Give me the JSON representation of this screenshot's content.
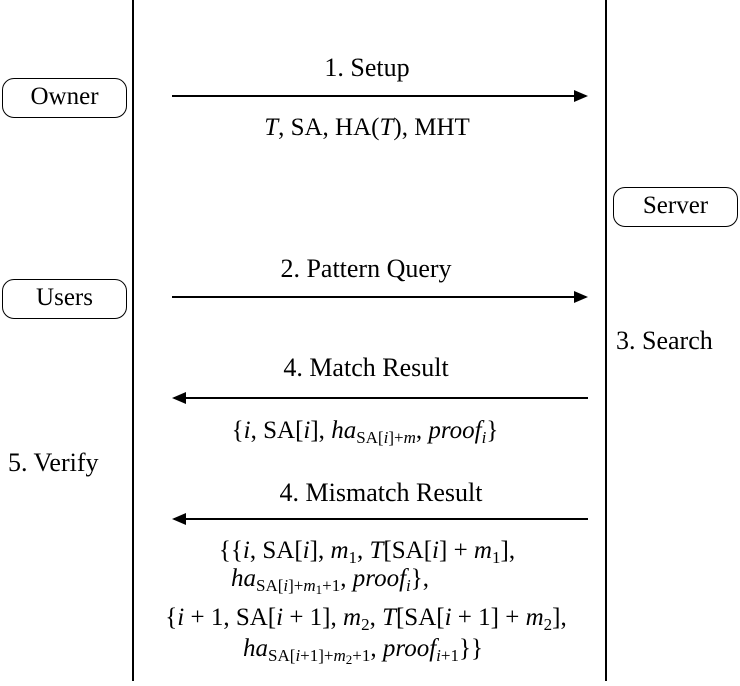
{
  "actors": {
    "owner": "Owner",
    "server": "Server",
    "users": "Users"
  },
  "steps": {
    "setup": "1. Setup",
    "pattern_query": "2. Pattern Query",
    "search": "3. Search",
    "match_result": "4. Match Result",
    "mismatch_result": "4. Mismatch Result",
    "verify": "5. Verify"
  },
  "messages": {
    "setup_payload": {
      "T": "T",
      "sep1": ", SA, HA(",
      "T2": "T",
      "sep2": "), MHT"
    },
    "match_payload": {
      "open": "{",
      "i": "i",
      "sa": ", SA[",
      "i2": "i",
      "close_sa": "], ",
      "ha": "ha",
      "sub_sa": "SA[",
      "sub_i": "i",
      "sub_plus": "]+",
      "sub_m": "m",
      "comma": ", ",
      "proof": "proof",
      "proof_sub": "i",
      "close": "}"
    },
    "mismatch_payload": {
      "line1": "{{i, SA[i], m1, T[SA[i] + m1],",
      "line2": "haSA[i]+m1+1, proofi},",
      "line3": "{i + 1, SA[i + 1], m2, T[SA[i + 1] + m2],",
      "line4": "haSA[i+1]+m2+1, proofi+1}}"
    }
  },
  "arrows": [
    {
      "from": "Owner",
      "to": "Server",
      "label": "1. Setup"
    },
    {
      "from": "Users",
      "to": "Server",
      "label": "2. Pattern Query"
    },
    {
      "from": "Server",
      "to": "Users",
      "label": "4. Match Result"
    },
    {
      "from": "Server",
      "to": "Users",
      "label": "4. Mismatch Result"
    }
  ]
}
